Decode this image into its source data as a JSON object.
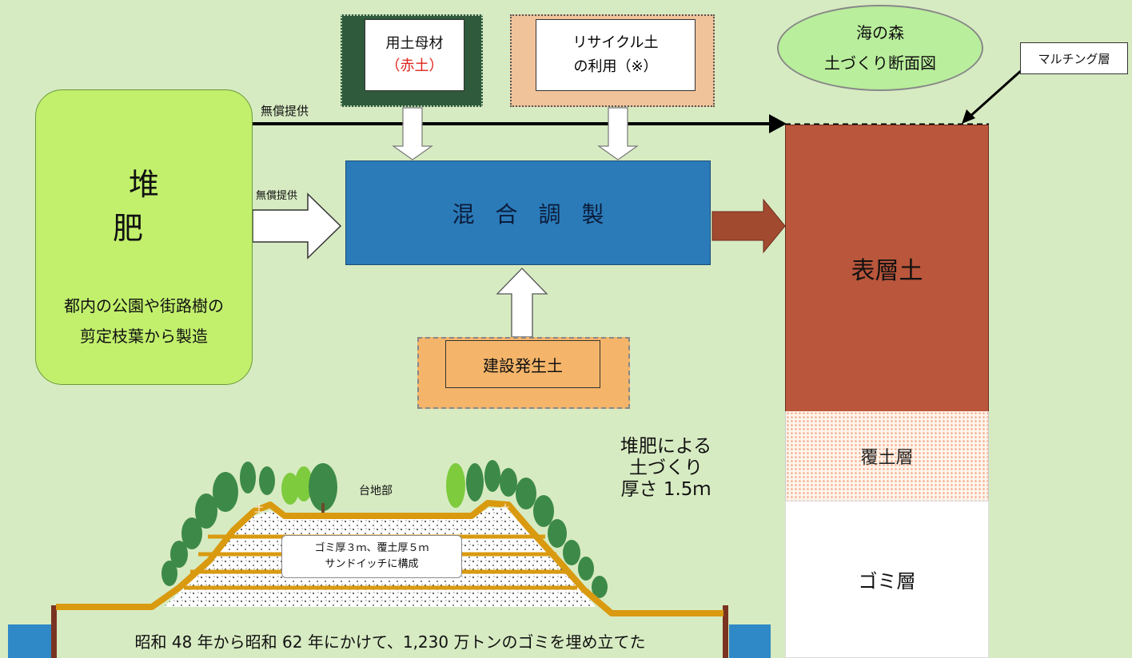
{
  "compost": {
    "title": "堆　肥",
    "description_line1": "都内の公園や街路樹の",
    "description_line2": "剪定枝葉から製造"
  },
  "free_supply_top": "無償提供",
  "free_supply_middle": "無償提供",
  "red_soil": {
    "line1": "用土母材",
    "line2": "（赤土）"
  },
  "recycled_soil": {
    "line1": "リサイクル土",
    "line2": "の利用（※）"
  },
  "mixing": {
    "label": "混合調製"
  },
  "construction_soil": {
    "label": "建設発生土"
  },
  "diagram_title": {
    "line1": "海の森",
    "line2": "土づくり断面図"
  },
  "mulching_layer": "マルチング層",
  "layers": {
    "topsoil": "表層土",
    "cover_soil": "覆土層",
    "garbage": "ゴミ層"
  },
  "soil_building": {
    "line1": "堆肥による",
    "line2": "土づくり",
    "line3": "厚さ 1.5ｍ"
  },
  "cross_section": {
    "plateau_label": "台地部",
    "top_soil_left": "土",
    "top_soil_right": "土",
    "garbage_note_line1": "ゴミ厚３ｍ、覆土厚５ｍ",
    "garbage_note_line2": "サンドイッチに構成",
    "history": "昭和 48 年から昭和 62 年にかけて、1,230 万トンのゴミを埋め立てた"
  },
  "colors": {
    "background": "#d7ebc2",
    "compost_fill": "#c2f06d",
    "mixing_fill": "#2b7bb9",
    "topsoil_fill": "#b9563c",
    "embankment_line": "#d99a10",
    "tree_green": "#3d8a48",
    "water": "#2f89c6"
  }
}
